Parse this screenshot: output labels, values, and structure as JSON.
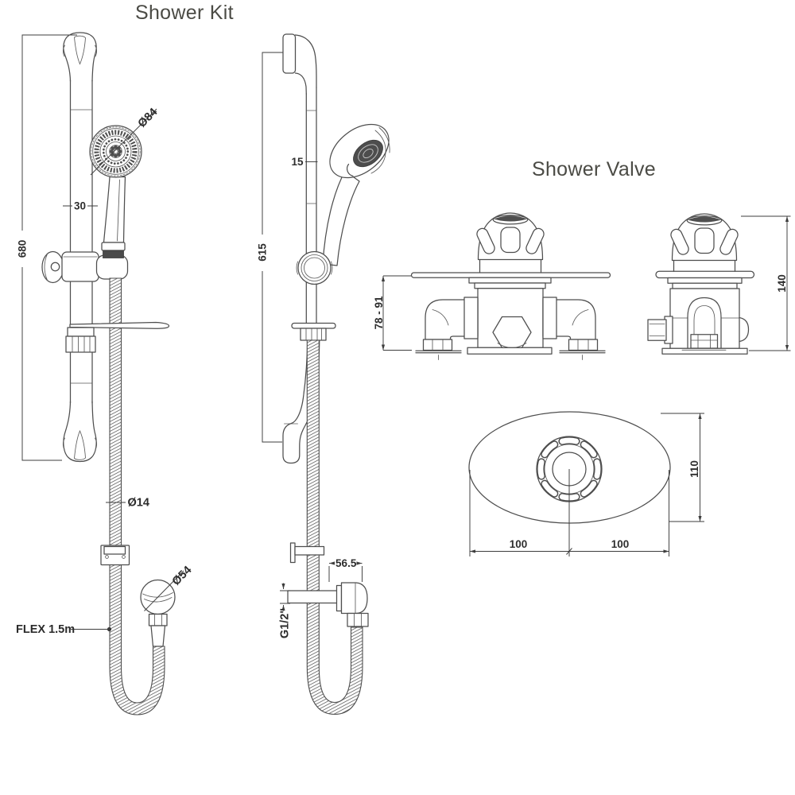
{
  "titles": {
    "shower_kit": "Shower Kit",
    "shower_valve": "Shower Valve"
  },
  "shower_kit": {
    "front_view": {
      "rail_length": "680",
      "rail_width": "30",
      "handset_diameter": "Ø84",
      "hose_diameter": "Ø14",
      "outlet_diameter": "Ø54",
      "hose_length": "FLEX 1.5m"
    },
    "side_view": {
      "rail_height": "615",
      "handset_offset": "15",
      "outlet_depth": "56.5",
      "thread_size": "G1/2\""
    }
  },
  "shower_valve": {
    "front_view": {
      "recess_depth_range": "78 - 91"
    },
    "side_view": {
      "total_height": "140"
    },
    "cover_plate": {
      "plate_height": "110",
      "center_to_left_edge": "100",
      "center_to_right_edge": "100"
    }
  },
  "colors": {
    "background": "#ffffff",
    "line": "#4e4e4e",
    "dimension": "#3d3d3d",
    "text": "#2e2e2e",
    "title_text": "#4b4b45"
  }
}
